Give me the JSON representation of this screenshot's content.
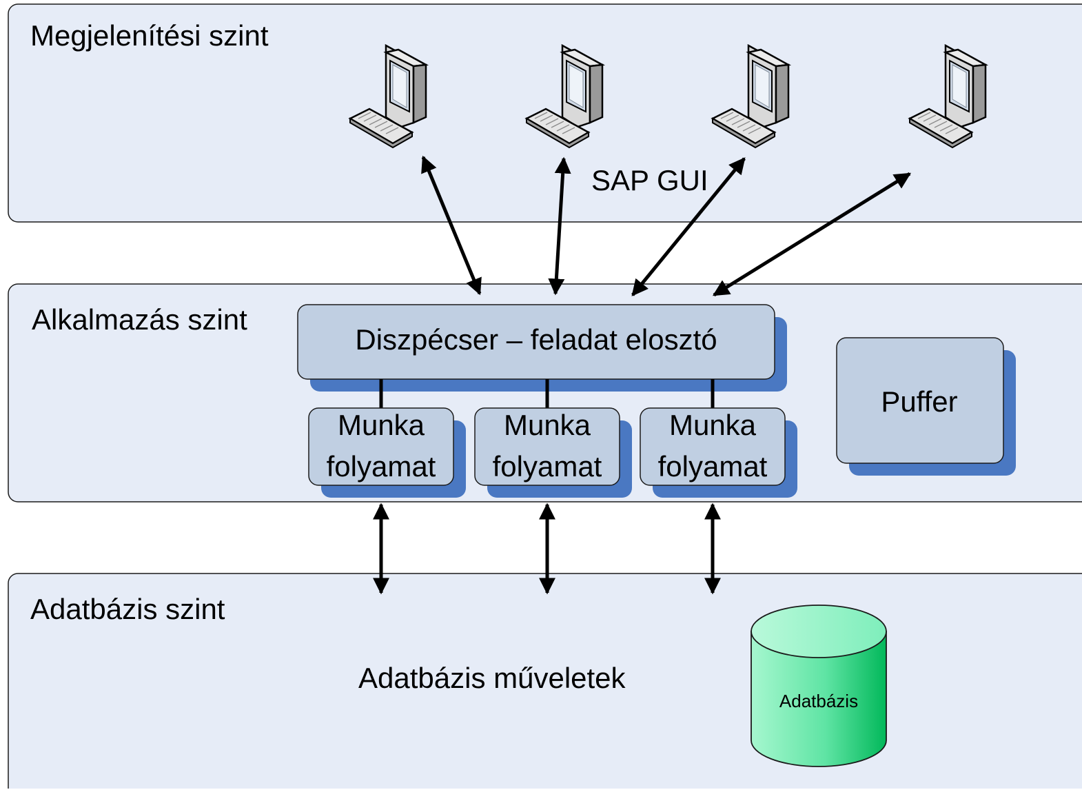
{
  "layers": {
    "presentation": {
      "title": "Megjelenítési szint",
      "gui_label": "SAP GUI"
    },
    "application": {
      "title": "Alkalmazás szint",
      "dispatcher_label": "Diszpécser – feladat elosztó",
      "work_processes": [
        {
          "line1": "Munka",
          "line2": "folyamat"
        },
        {
          "line1": "Munka",
          "line2": "folyamat"
        },
        {
          "line1": "Munka",
          "line2": "folyamat"
        }
      ],
      "buffer_label": "Puffer"
    },
    "database": {
      "title": "Adatbázis szint",
      "operations_label": "Adatbázis műveletek",
      "db_label": "Adatbázis"
    }
  },
  "icons": {
    "workstation": "desktop-computer-icon",
    "database": "database-cylinder-icon"
  },
  "colors": {
    "layer_fill": "#e6ecf7",
    "box_fill": "#c0cfe2",
    "box_shadow": "#4a78c2",
    "db_fill": "#1fd17c",
    "arrow": "#000000"
  }
}
